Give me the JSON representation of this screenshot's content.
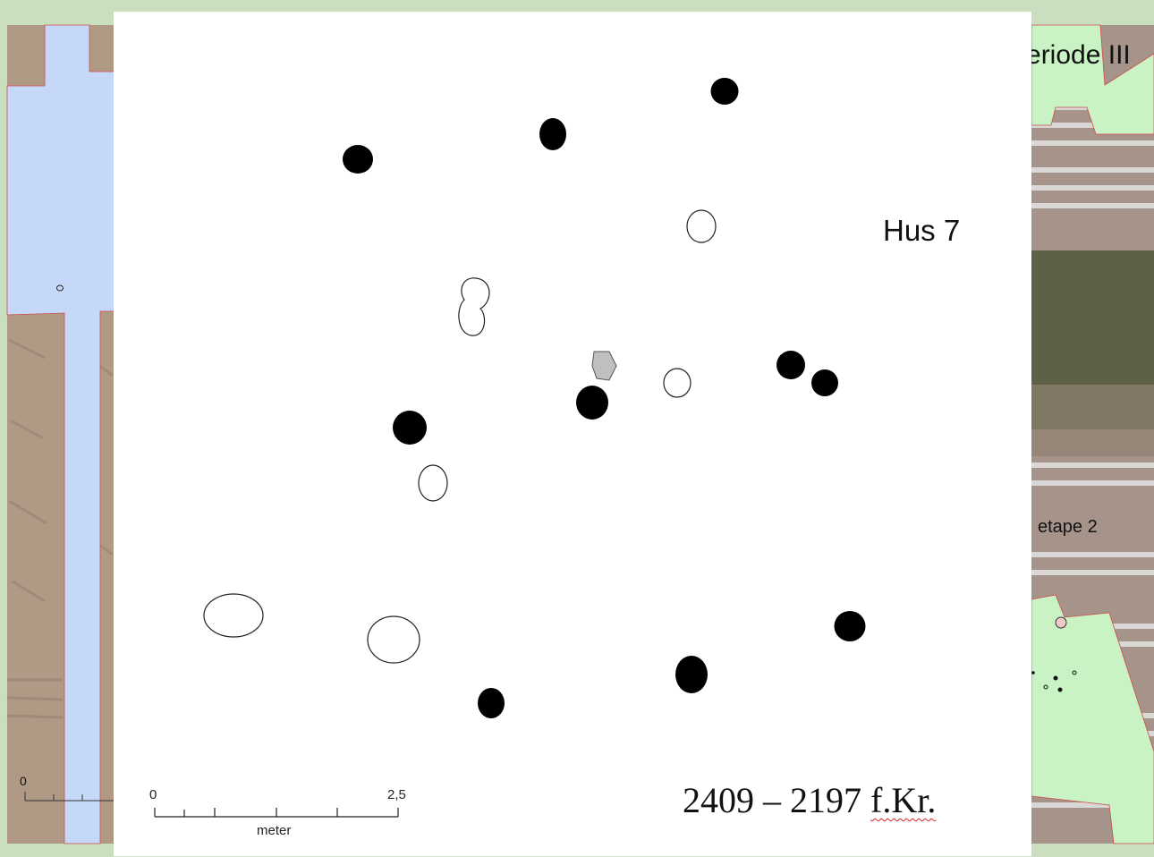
{
  "slide": {
    "house_label": "Hus 7",
    "date_range": {
      "years": "2409 – 2197",
      "suffix": "f.Kr."
    },
    "scale_bar": {
      "start_label": "0",
      "end_label": "2,5",
      "unit_label": "meter"
    }
  },
  "background_map": {
    "period_label_partial": "Periode III",
    "stage_label": "etape 2",
    "left_scale_zero": "0"
  },
  "legend_colors": {
    "postholes_filled": "#000000",
    "postholes_open": "#ffffff",
    "feature_grey": "#bfbfbf",
    "excavation_blue": "#c6d8f7",
    "excavation_green": "#c9f2c5"
  }
}
